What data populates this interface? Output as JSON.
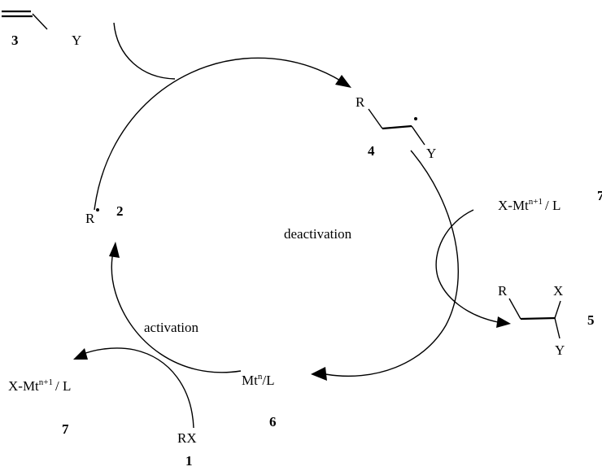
{
  "labels": {
    "compound3_number": "3",
    "compound3_y": "Y",
    "compound4_r": "R",
    "compound4_number": "4",
    "compound4_y": "Y",
    "radical_r": "R",
    "compound2_number": "2",
    "deactivation": "deactivation",
    "activation": "activation",
    "xmt_right": "X-Mt",
    "xmt_right_sup": "n+1",
    "xmt_right_tail": "/ L",
    "compound7_right_number": "7",
    "compound5_r": "R",
    "compound5_x": "X",
    "compound5_y": "Y",
    "compound5_number": "5",
    "mt_label": "Mt",
    "mt_sup": "n",
    "mt_tail": "/L",
    "compound6_number": "6",
    "xmt_left": "X-Mt",
    "xmt_left_sup": "n+1",
    "xmt_left_tail": "/ L",
    "compound7_left_number": "7",
    "rx": "RX",
    "compound1_number": "1"
  }
}
